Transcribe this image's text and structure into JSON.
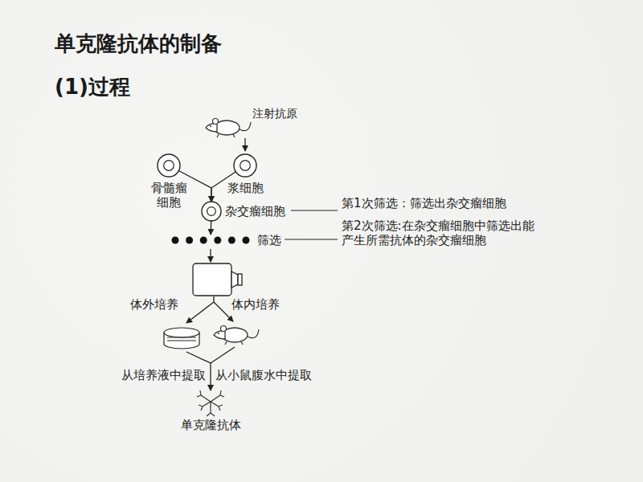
{
  "diagram": {
    "title": "单克隆抗体的制备",
    "nodes": [
      {
        "text": [
          "骨髓瘤细胞"
        ]
      },
      {
        "text": [
          "浆细胞"
        ]
      },
      {
        "text": [
          "杂交瘤细胞"
        ]
      },
      {
        "text": [
          "筛选"
        ]
      }
    ],
    "edges": [
      {
        "from": 0,
        "to": 2,
        "arrow": "to"
      },
      {
        "from": 1,
        "to": 2,
        "arrow": "to"
      },
      {
        "from": 2,
        "to": 3,
        "arrow": "to"
      }
    ],
    "labels": [
      "(1)过程",
      "注射抗原",
      "第1次筛选：筛选出杂交瘤细胞",
      "第2次筛选:在杂交瘤细胞中筛选出能产生所需抗体的杂交瘤细胞",
      "体外培养",
      "体内培养",
      "从培养液中提取",
      "从小鼠腹水中提取",
      "单克隆抗体"
    ]
  }
}
